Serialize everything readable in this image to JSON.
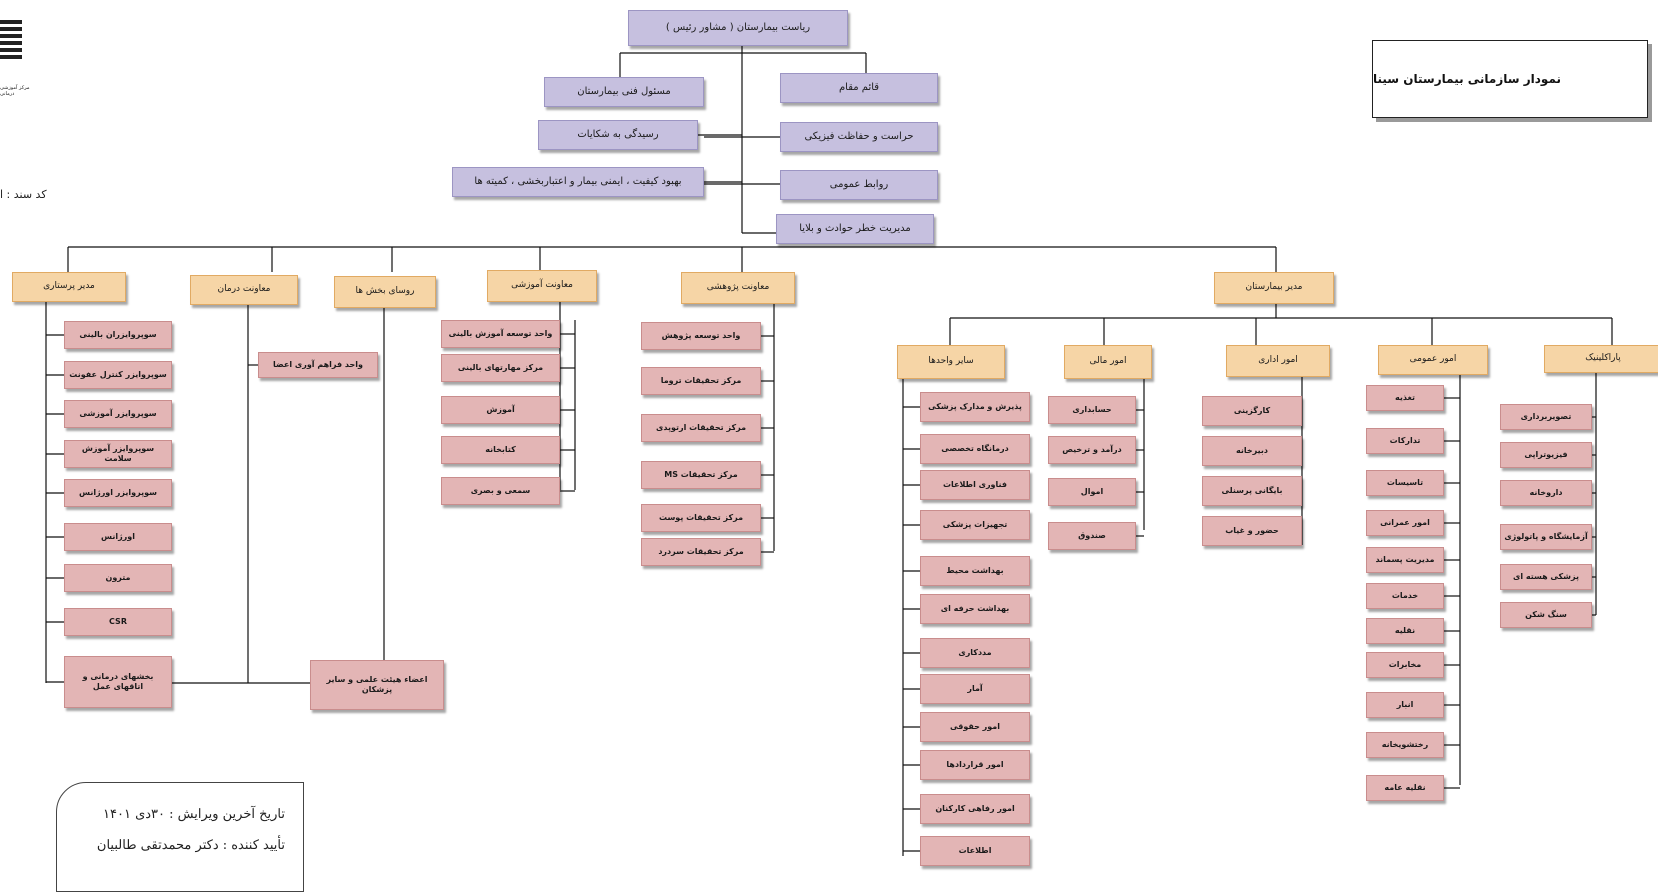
{
  "header": {
    "title": "نمودار سازمانی بیمارستان سینا",
    "doc_code_label": "کد سند : ا",
    "logo_text": "مرکز آموزشی درمانی"
  },
  "top": {
    "head": "ریاست بیمارستان ( مشاور رئیس )",
    "right": [
      "قائم مقام",
      "حراست و حفاظت فیزیکی",
      "روابط عمومی",
      "مدیریت خطر حوادث و بلایا"
    ],
    "left": [
      "مسئول فنی بیمارستان",
      "رسیدگی به شکایات",
      "بهبود کیفیت ، ایمنی بیمار و اعتباربخشی ، کمیته ها"
    ]
  },
  "depts": {
    "nursing": "مدیر پرستاری",
    "treatment": "معاونت درمان",
    "ward_heads": "روسای بخش ها",
    "education": "معاونت آموزشی",
    "research": "معاونت پژوهشی",
    "manager": "مدیر بیمارستان"
  },
  "nursing_items": [
    "سوپروایزران بالینی",
    "سوپروایزر کنترل عفونت",
    "سوپروایزر آموزشی",
    "سوپروایزر آموزش سلامت",
    "سوپروایزر اورژانس",
    "اورژانس",
    "مترون",
    "CSR",
    "بخشهای درمانی و اتاقهای عمل"
  ],
  "treatment_item": "واحد فراهم آوری اعضا",
  "faculty": "اعضاء هیئت علمی و سایر پزشکان",
  "education_items": [
    "واحد توسعه آموزش بالینی",
    "مرکز مهارتهای بالینی",
    "آموزش",
    "کتابخانه",
    "سمعی و بصری"
  ],
  "research_items": [
    "واحد توسعه پژوهش",
    "مرکز تحقیقات تروما",
    "مرکز تحقیقات ارتوپدی",
    "مرکز تحقیقات MS",
    "مرکز تحقیقات پوست",
    "مرکز تحقیقات سردرد"
  ],
  "subdepts": {
    "clinic": "پاراکلینیک",
    "general": "امور عمومی",
    "admin": "امور اداری",
    "finance": "امور مالی",
    "other": "سایر واحدها"
  },
  "clinic_items": [
    "تصویربرداری",
    "فیزیوتراپی",
    "داروخانه",
    "آزمایشگاه و پاتولوژی",
    "پزشکی هسته ای",
    "سنگ شکن"
  ],
  "general_items": [
    "تغذیه",
    "تدارکات",
    "تاسیسات",
    "امور عمرانی",
    "مدیریت پسماند",
    "خدمات",
    "نقلیه",
    "مخابرات",
    "انبار",
    "رختشویخانه",
    "نقلیه عامه"
  ],
  "admin_items": [
    "کارگزینی",
    "دبیرخانه",
    "بایگانی پرسنلی",
    "حضور و غیاب"
  ],
  "finance_items": [
    "حسابداری",
    "درآمد و ترخیص",
    "اموال",
    "صندوق"
  ],
  "other_items": [
    "پذیرش و مدارک پزشکی",
    "درمانگاه تخصصی",
    "فناوری اطلاعات",
    "تجهیزات پزشکی",
    "بهداشت محیط",
    "بهداشت حرفه ای",
    "مددکاری",
    "آمار",
    "امور حقوقی",
    "امور قراردادها",
    "امور رفاهی کارکنان",
    "اطلاعات"
  ],
  "footer": {
    "edit_date": "تاریخ آخرین ویرایش : ۳۰دی ۱۴۰۱",
    "approver": "تأیید کننده : دکتر محمدتقی طالبیان"
  },
  "colors": {
    "top_fill": "#c6c0df",
    "dept_fill": "#f6d5a6",
    "sub_fill": "#e3b5b5",
    "line": "#111111"
  }
}
